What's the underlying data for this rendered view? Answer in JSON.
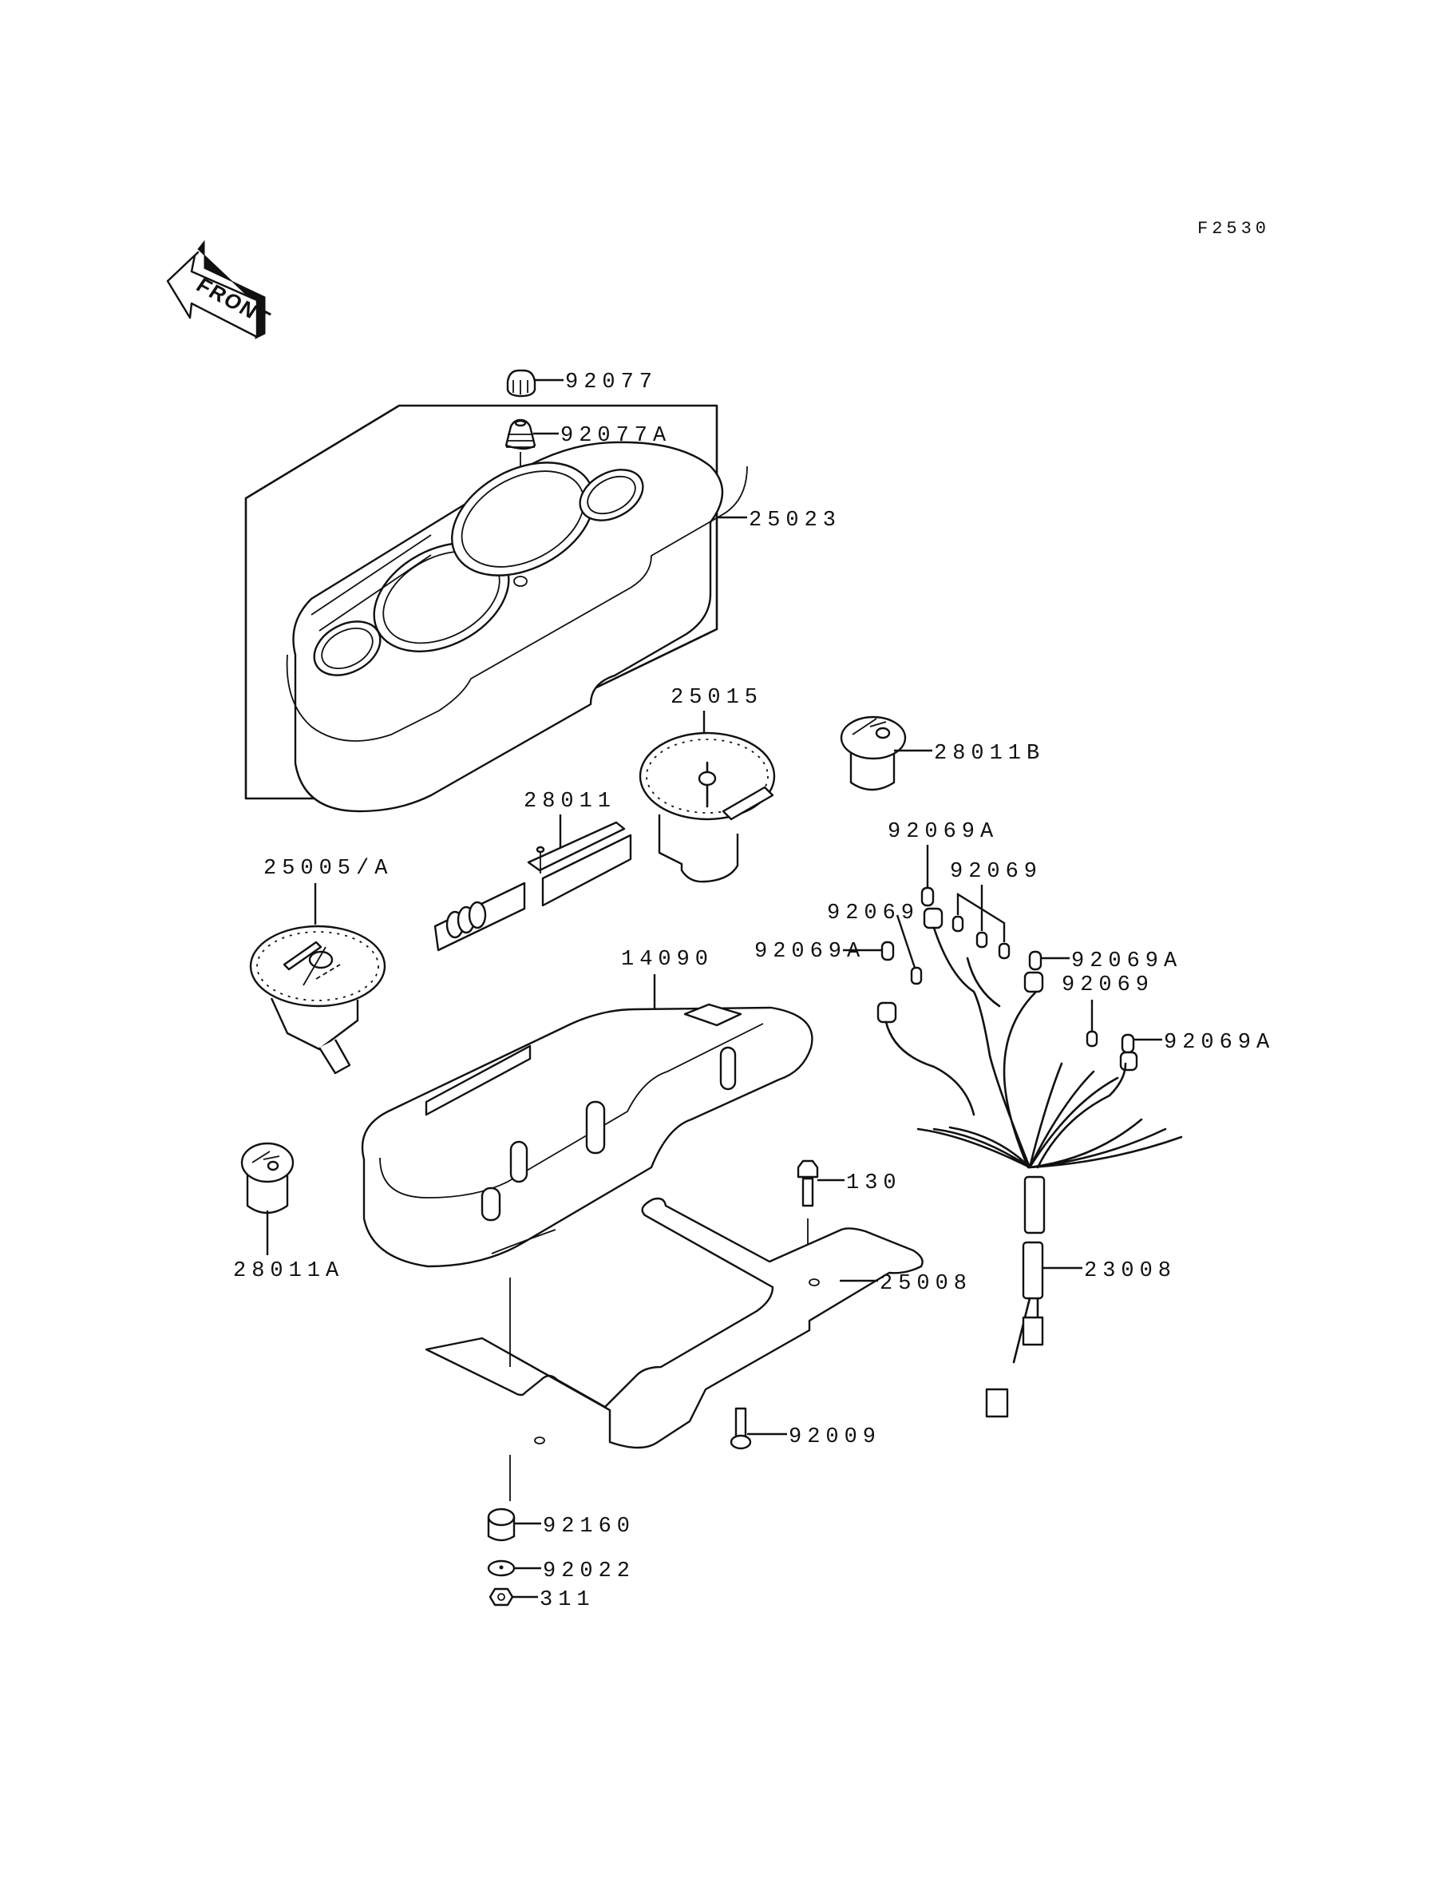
{
  "diagram": {
    "figure_code": "F2530",
    "direction_indicator": "FRONT",
    "parts": [
      {
        "id": "92077",
        "label": "92077",
        "description": "cap"
      },
      {
        "id": "92077A",
        "label": "92077A",
        "description": "cap"
      },
      {
        "id": "25023",
        "label": "25023",
        "description": "meter cover assembly"
      },
      {
        "id": "25015",
        "label": "25015",
        "description": "tachometer"
      },
      {
        "id": "28011B",
        "label": "28011B",
        "description": "gauge"
      },
      {
        "id": "28011",
        "label": "28011",
        "description": "indicator"
      },
      {
        "id": "25005",
        "label": "25005/A",
        "description": "speedometer"
      },
      {
        "id": "14090",
        "label": "14090",
        "description": "meter case"
      },
      {
        "id": "28011A",
        "label": "28011A",
        "description": "gauge"
      },
      {
        "id": "92069A-top",
        "label": "92069A",
        "description": "bulb"
      },
      {
        "id": "92069-top",
        "label": "92069",
        "description": "bulb"
      },
      {
        "id": "92069-left",
        "label": "92069",
        "description": "bulb"
      },
      {
        "id": "92069A-left",
        "label": "92069A",
        "description": "bulb"
      },
      {
        "id": "92069A-right",
        "label": "92069A",
        "description": "bulb"
      },
      {
        "id": "92069-right",
        "label": "92069",
        "description": "bulb"
      },
      {
        "id": "92069A-far-right",
        "label": "92069A",
        "description": "bulb"
      },
      {
        "id": "130",
        "label": "130",
        "description": "bolt"
      },
      {
        "id": "23008",
        "label": "23008",
        "description": "wiring harness"
      },
      {
        "id": "25008",
        "label": "25008",
        "description": "bracket"
      },
      {
        "id": "92009",
        "label": "92009",
        "description": "screw"
      },
      {
        "id": "92160",
        "label": "92160",
        "description": "damper"
      },
      {
        "id": "92022",
        "label": "92022",
        "description": "washer"
      },
      {
        "id": "311",
        "label": "311",
        "description": "nut"
      }
    ]
  }
}
